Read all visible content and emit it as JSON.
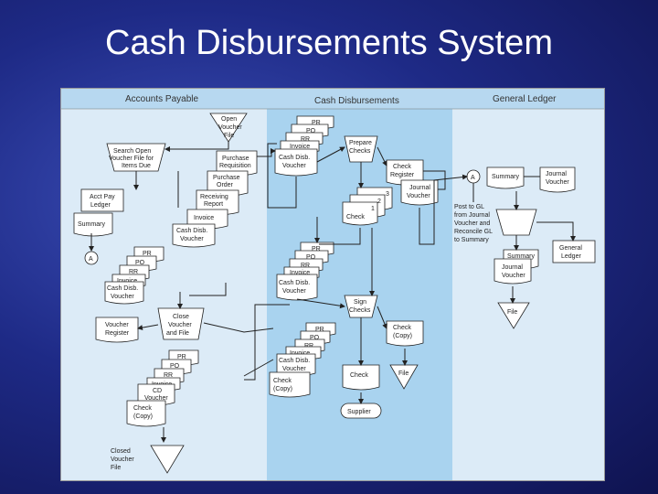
{
  "title": "Cash Disbursements System",
  "columns": {
    "left": "Accounts Payable",
    "middle": "Cash Disbursements",
    "right": "General Ledger"
  },
  "labels": {
    "open_voucher_file": [
      "Open",
      "Voucher",
      "File"
    ],
    "search_open_voucher": [
      "Search Open",
      "Voucher File for",
      "Items Due"
    ],
    "purchase_requisition": [
      "Purchase",
      "Requisition"
    ],
    "purchase_order": [
      "Purchase",
      "Order"
    ],
    "receiving_report": [
      "Receiving",
      "Report"
    ],
    "invoice": "Invoice",
    "cash_disb_voucher": [
      "Cash Disb.",
      "Voucher"
    ],
    "acct_pay_ledger": [
      "Acct Pay",
      "Ledger"
    ],
    "summary": "Summary",
    "connector_a": "A",
    "pr": "PR",
    "po": "PO",
    "rr": "RR",
    "close_voucher_file": [
      "Close",
      "Voucher",
      "and File"
    ],
    "voucher_register": [
      "Voucher",
      "Register"
    ],
    "cd_voucher": [
      "CD",
      "Voucher"
    ],
    "check_copy": [
      "Check",
      "(Copy)"
    ],
    "closed_voucher_file": [
      "Closed",
      "Voucher",
      "File"
    ],
    "prepare_checks": [
      "Prepare",
      "Checks"
    ],
    "check_register": [
      "Check",
      "Register"
    ],
    "journal_voucher": [
      "Journal",
      "Voucher"
    ],
    "check": "Check",
    "check_nums": [
      "3",
      "2",
      "1"
    ],
    "sign_checks": [
      "Sign",
      "Checks"
    ],
    "file": "File",
    "supplier": "Supplier",
    "post_to_gl": [
      "Post to GL",
      "from Journal",
      "Voucher and",
      "Reconcile GL",
      "to Summary"
    ],
    "general_ledger": [
      "General",
      "Ledger"
    ]
  }
}
